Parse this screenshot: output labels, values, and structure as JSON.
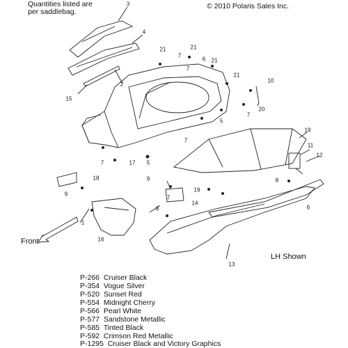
{
  "header": {
    "note_line1": "Quantities listed are",
    "note_line2": "per saddlebag.",
    "copyright": "© 2010 Polaris Sales Inc."
  },
  "labels": {
    "front": "Front",
    "side_shown": "LH Shown"
  },
  "callouts": [
    "3",
    "4",
    "21",
    "7",
    "21",
    "6",
    "21",
    "7",
    "21",
    "2",
    "15",
    "10",
    "20",
    "7",
    "5",
    "19",
    "7",
    "7",
    "17",
    "5",
    "11",
    "12",
    "9",
    "18",
    "9",
    "8",
    "19",
    "7",
    "14",
    "8",
    "6",
    "1",
    "16",
    "13"
  ],
  "legend": [
    {
      "code": "P-266",
      "name": "Cruiser Black"
    },
    {
      "code": "P-354",
      "name": "Vogue Silver"
    },
    {
      "code": "P-520",
      "name": "Sunset Red"
    },
    {
      "code": "P-554",
      "name": "Midnight Cherry"
    },
    {
      "code": "P-566",
      "name": "Pearl White"
    },
    {
      "code": "P-577",
      "name": "Sandstone Metallic"
    },
    {
      "code": "P-585",
      "name": "Tinted Black"
    },
    {
      "code": "P-592",
      "name": "Crimson Red Metallic"
    },
    {
      "code": "P-1295",
      "name": "Cruiser Black and Victory Graphics"
    }
  ]
}
